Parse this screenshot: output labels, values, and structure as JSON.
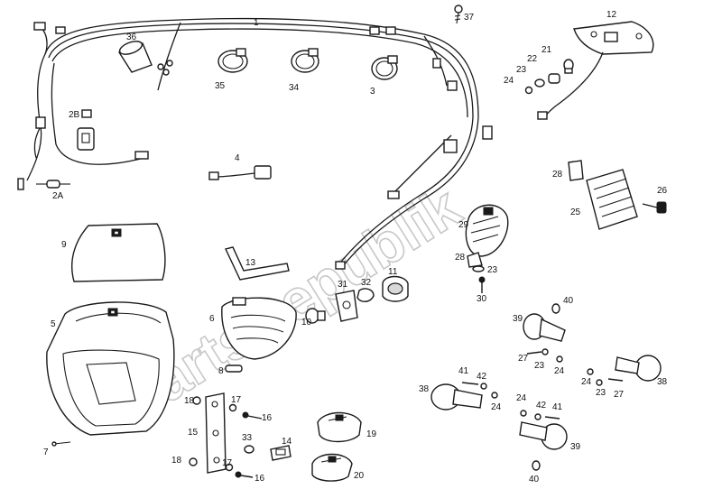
{
  "watermark": "PartsRepublik",
  "callouts": {
    "c1": "1",
    "c2A": "2A",
    "c2B": "2B",
    "c3": "3",
    "c4": "4",
    "c5": "5",
    "c6": "6",
    "c7": "7",
    "c8": "8",
    "c9": "9",
    "c10": "10",
    "c11": "11",
    "c12": "12",
    "c13": "13",
    "c14": "14",
    "c15": "15",
    "c16a": "16",
    "c16b": "16",
    "c17a": "17",
    "c17b": "17",
    "c18a": "18",
    "c18b": "18",
    "c19": "19",
    "c20": "20",
    "c21": "21",
    "c22": "22",
    "c23a": "23",
    "c23b": "23",
    "c23c": "23",
    "c23d": "23",
    "c24a": "24",
    "c24b": "24",
    "c24c": "24",
    "c24d": "24",
    "c24e": "24",
    "c25": "25",
    "c26": "26",
    "c27a": "27",
    "c27b": "27",
    "c28a": "28",
    "c28b": "28",
    "c29": "29",
    "c30": "30",
    "c31": "31",
    "c32": "32",
    "c33": "33",
    "c34": "34",
    "c35": "35",
    "c36": "36",
    "c37": "37",
    "c38a": "38",
    "c38b": "38",
    "c39a": "39",
    "c39b": "39",
    "c40a": "40",
    "c40b": "40",
    "c41a": "41",
    "c41b": "41",
    "c42a": "42",
    "c42b": "42"
  }
}
